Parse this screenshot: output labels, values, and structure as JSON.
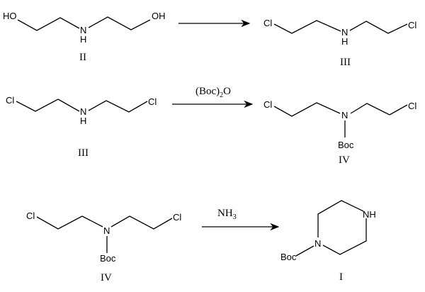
{
  "reactions": [
    {
      "reactant": {
        "label": "II",
        "atoms": {
          "left": "HO",
          "center": "N",
          "center_h": "H",
          "right": "OH"
        }
      },
      "reagent": "",
      "product": {
        "label": "III",
        "atoms": {
          "left": "Cl",
          "center": "N",
          "center_h": "H",
          "right": "Cl"
        }
      }
    },
    {
      "reactant": {
        "label": "III",
        "atoms": {
          "left": "Cl",
          "center": "N",
          "center_h": "H",
          "right": "Cl"
        }
      },
      "reagent": {
        "main": "(Boc)",
        "sub": "2",
        "tail": "O"
      },
      "product": {
        "label": "IV",
        "atoms": {
          "left": "Cl",
          "center": "N",
          "substituent": "Boc",
          "right": "Cl"
        }
      }
    },
    {
      "reactant": {
        "label": "IV",
        "atoms": {
          "left": "Cl",
          "center": "N",
          "substituent": "Boc",
          "right": "Cl"
        }
      },
      "reagent": {
        "main": "NH",
        "sub": "3"
      },
      "product": {
        "label": "I",
        "atoms": {
          "n1": "N",
          "nh": "NH",
          "substituent": "Boc"
        }
      }
    }
  ]
}
